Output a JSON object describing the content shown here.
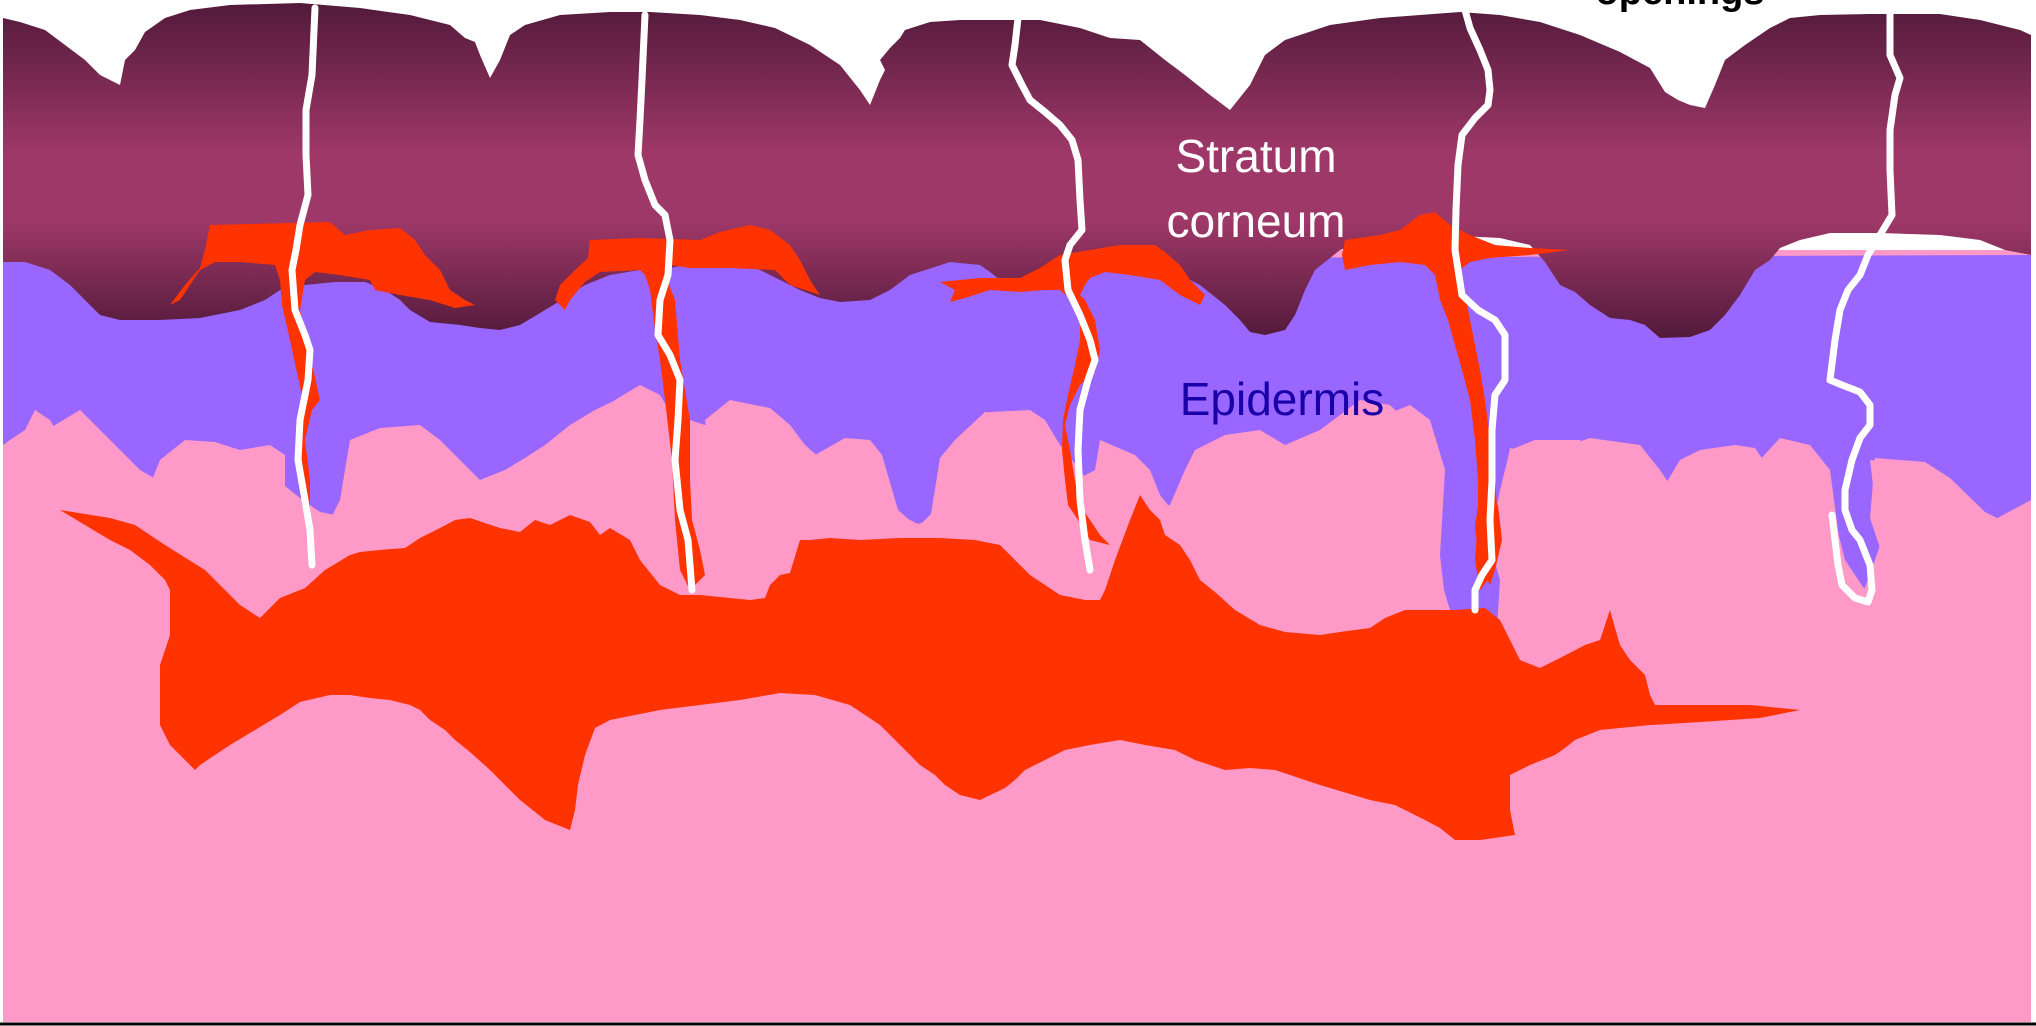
{
  "labels": {
    "openings": "openings",
    "stratum_corneum_line1": "Stratum",
    "stratum_corneum_line2": "corneum",
    "epidermis": "Epidermis"
  },
  "colors": {
    "background": "#ffffff",
    "dermis": "#ff99c8",
    "epidermis": "#9966ff",
    "stratum_corneum_dark": "#521a3a",
    "stratum_corneum_mid": "#9e3868",
    "blood": "#ff3300",
    "channels": "#ffffff",
    "stratum_label": "#ffffff",
    "epidermis_label": "#1a00a8",
    "openings_label": "#000000"
  }
}
